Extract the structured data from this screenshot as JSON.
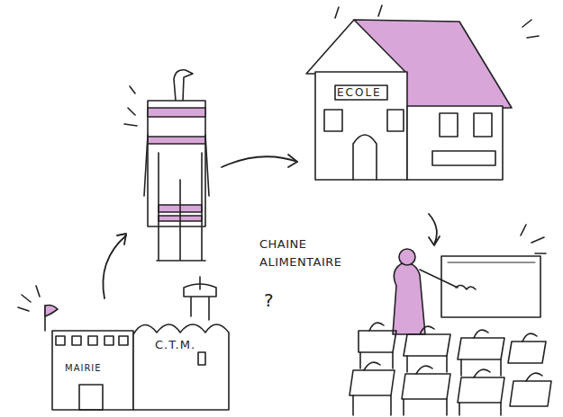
{
  "diagram": {
    "nodes": [
      {
        "text": [
          "ECOLE"
        ]
      },
      {
        "text": [
          "MAIRIE"
        ]
      },
      {
        "text": [
          "C.T.M."
        ]
      }
    ],
    "labels": [
      "CHAINE ALIMENTAIRE",
      "?"
    ]
  }
}
